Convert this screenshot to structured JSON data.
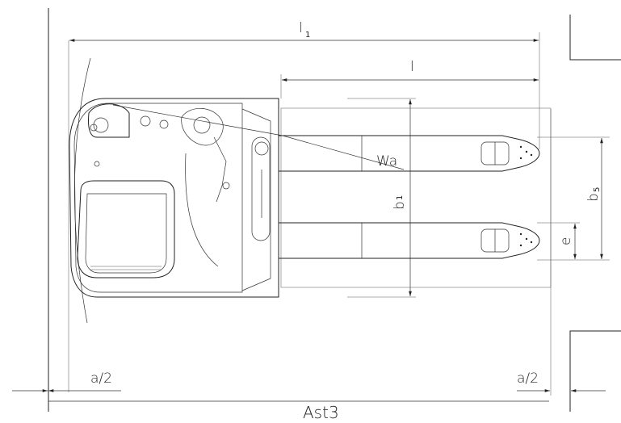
{
  "labels": {
    "l1": "l",
    "l1_sub": "1",
    "l": "l",
    "wa": "Wa",
    "b1": "b",
    "b1_sub": "1",
    "b5": "b",
    "b5_sub": "5",
    "e": "e",
    "a2_left": "a/2",
    "a2_right": "a/2",
    "ast3": "Ast3"
  }
}
